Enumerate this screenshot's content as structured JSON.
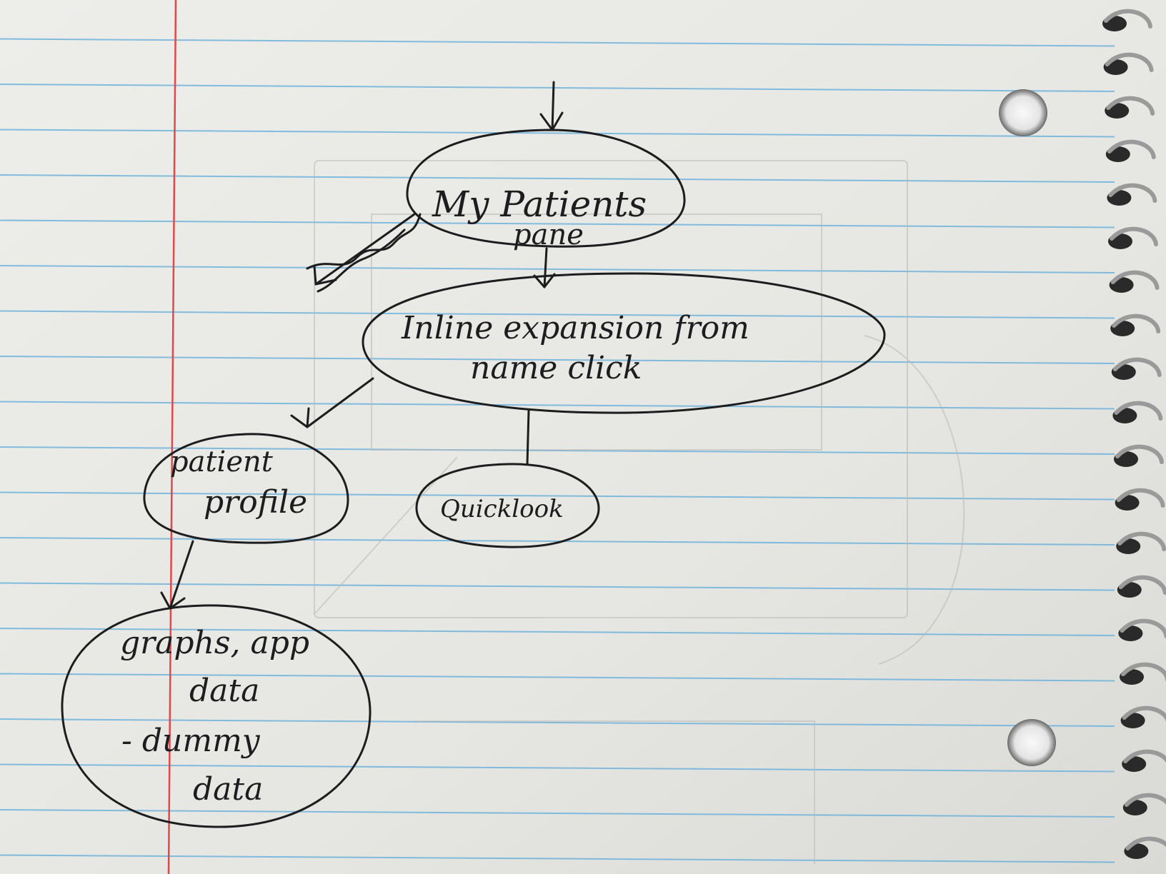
{
  "nodes": [
    {
      "id": "my-patients",
      "lines": [
        "My Patients",
        "pane"
      ]
    },
    {
      "id": "inline-expansion",
      "lines": [
        "Inline expansion from",
        "name click"
      ]
    },
    {
      "id": "patient-profile",
      "lines": [
        "patient",
        "profile"
      ]
    },
    {
      "id": "quicklook",
      "lines": [
        "Quicklook"
      ]
    },
    {
      "id": "graphs",
      "lines": [
        "graphs, app",
        "data",
        "- dummy",
        "data"
      ]
    }
  ],
  "edges": [
    {
      "from": "entry",
      "to": "my-patients",
      "arrow": true
    },
    {
      "from": "my-patients",
      "to": "inline-expansion",
      "arrow": true
    },
    {
      "from": "inline-expansion",
      "to": "patient-profile",
      "arrow": true
    },
    {
      "from": "inline-expansion",
      "to": "quicklook",
      "arrow": false
    },
    {
      "from": "patient-profile",
      "to": "graphs",
      "arrow": true
    },
    {
      "from": "my-patients",
      "to": "crossed-out",
      "arrow": true,
      "crossed_out": true
    }
  ],
  "colors": {
    "paper": "#e9e9e5",
    "rule_line": "#6fb3dc",
    "margin_line": "#e0484b",
    "ink": "#1d1d1f"
  }
}
